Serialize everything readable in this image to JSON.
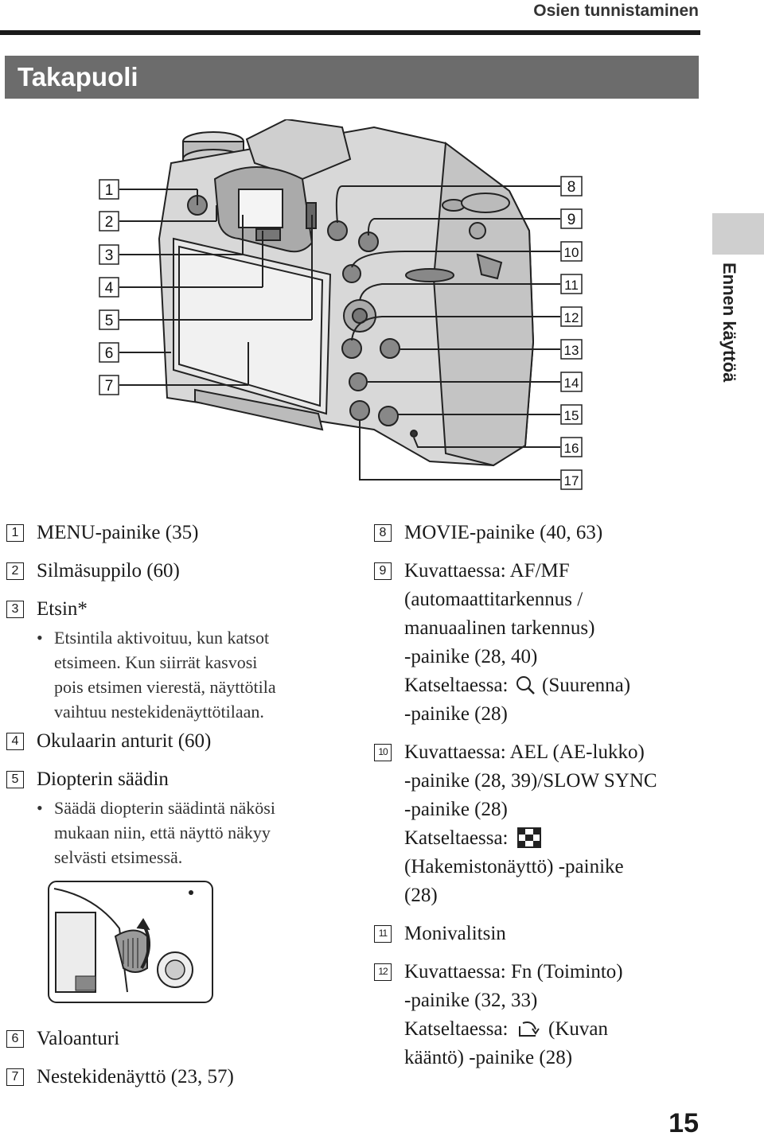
{
  "header": {
    "running_head": "Osien tunnistaminen"
  },
  "section": {
    "title": "Takapuoli"
  },
  "side_tab": {
    "label": "Ennen käyttöä"
  },
  "figure": {
    "callouts_left": [
      "1",
      "2",
      "3",
      "4",
      "5",
      "6",
      "7"
    ],
    "callouts_right": [
      "8",
      "9",
      "10",
      "11",
      "12",
      "13",
      "14",
      "15",
      "16",
      "17"
    ]
  },
  "items": {
    "i1": {
      "num": "1",
      "text": "MENU-painike (35)"
    },
    "i2": {
      "num": "2",
      "text": "Silmäsuppilo (60)"
    },
    "i3": {
      "num": "3",
      "text": "Etsin*",
      "bullet": [
        "Etsintila aktivoituu, kun katsot",
        "etsimeen. Kun siirrät kasvosi",
        "pois etsimen vierestä, näyttötila",
        "vaihtuu nestekidenäyttötilaan."
      ]
    },
    "i4": {
      "num": "4",
      "text": "Okulaarin anturit (60)"
    },
    "i5": {
      "num": "5",
      "text": "Diopterin säädin",
      "bullet": [
        "Säädä diopterin säädintä näkösi",
        "mukaan niin, että näyttö näkyy",
        "selvästi etsimessä."
      ]
    },
    "i6": {
      "num": "6",
      "text": "Valoanturi"
    },
    "i7": {
      "num": "7",
      "text": "Nestekidenäyttö (23, 57)"
    },
    "i8": {
      "num": "8",
      "text": "MOVIE-painike (40, 63)"
    },
    "i9": {
      "num": "9",
      "lines": [
        "Kuvattaessa: AF/MF",
        "(automaattitarkennus /",
        "manuaalinen tarkennus)",
        "-painike (28, 40)"
      ],
      "view_prefix": "Katseltaessa:",
      "view_suffix": "(Suurenna)",
      "last": "-painike (28)"
    },
    "i10": {
      "num": "10",
      "lines": [
        "Kuvattaessa: AEL (AE-lukko)",
        "-painike (28, 39)/SLOW SYNC",
        "-painike (28)"
      ],
      "view_prefix": "Katseltaessa:",
      "after": [
        "(Hakemistonäyttö) -painike",
        "(28)"
      ]
    },
    "i11": {
      "num": "11",
      "text": "Monivalitsin"
    },
    "i12": {
      "num": "12",
      "lines": [
        "Kuvattaessa: Fn (Toiminto)",
        "-painike (32, 33)"
      ],
      "view_prefix": "Katseltaessa:",
      "view_suffix": "(Kuvan",
      "last": "kääntö) -painike (28)"
    }
  },
  "icons": {
    "zoom": "magnifier-icon",
    "index": "index-grid-icon",
    "rotate": "rotate-image-icon"
  },
  "page_number": "15"
}
